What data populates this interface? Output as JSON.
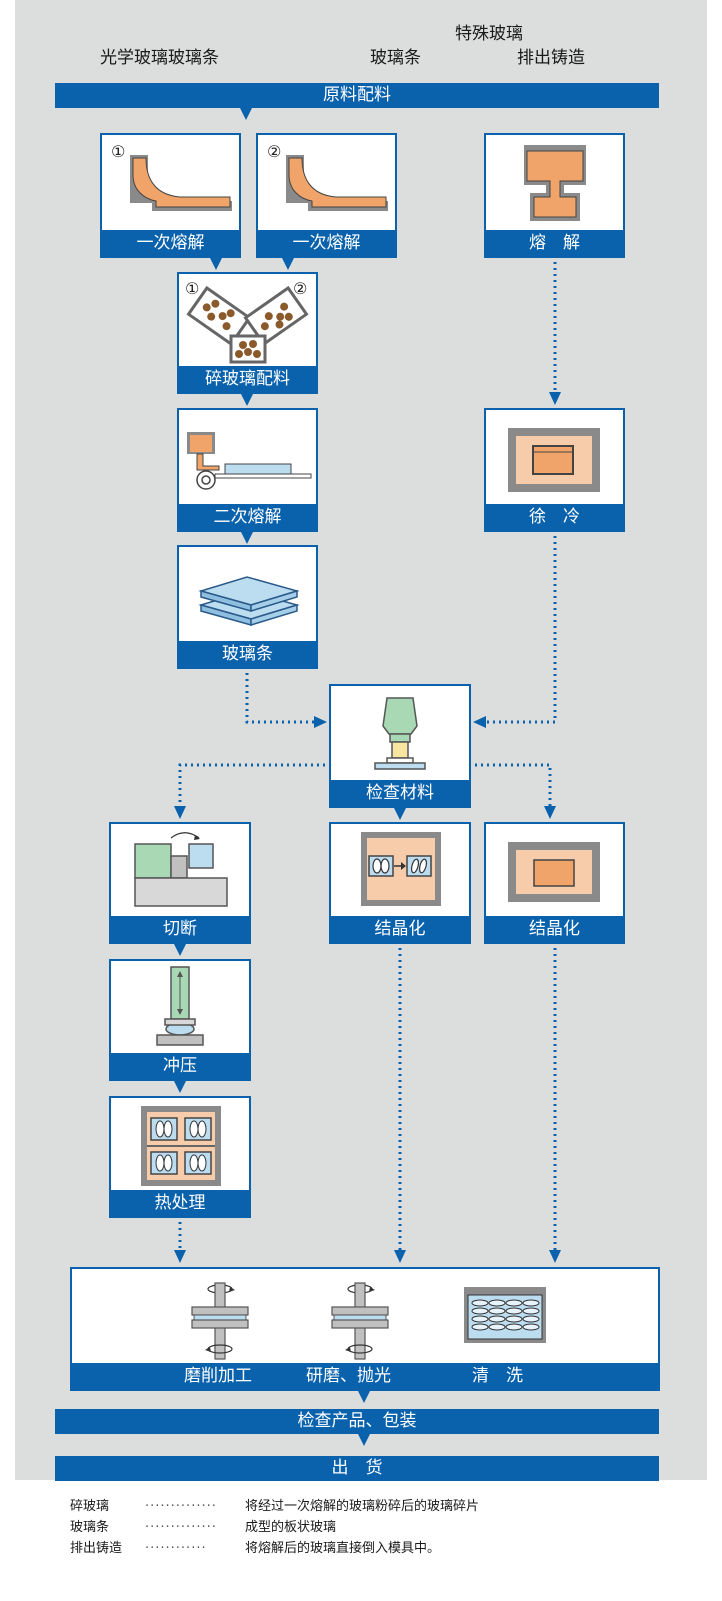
{
  "headers": {
    "optical_glass_bar": "光学玻璃玻璃条",
    "glass_bar": "玻璃条",
    "special_glass": "特殊玻璃",
    "direct_casting": "排出铸造"
  },
  "banners": {
    "raw_material": "原料配料",
    "inspect_package": "检查产品、包装",
    "shipment": "出　货"
  },
  "steps": {
    "primary_melt_1": {
      "marker": "①",
      "label": "一次熔解"
    },
    "primary_melt_2": {
      "marker": "②",
      "label": "一次熔解"
    },
    "melt": {
      "label": "熔　解"
    },
    "cullet_batching": {
      "marker_left": "①",
      "marker_right": "②",
      "label": "碎玻璃配料"
    },
    "secondary_melt": {
      "label": "二次熔解"
    },
    "annealing": {
      "label": "徐　冷"
    },
    "glass_bar": {
      "label": "玻璃条"
    },
    "inspect_material": {
      "label": "检查材料"
    },
    "cutting": {
      "label": "切断"
    },
    "crystallize_mid": {
      "label": "结晶化"
    },
    "crystallize_right": {
      "label": "结晶化"
    },
    "pressing": {
      "label": "冲压"
    },
    "heat_treatment": {
      "label": "热处理"
    },
    "grinding": {
      "label": "磨削加工"
    },
    "polishing": {
      "label": "研磨、抛光"
    },
    "cleaning": {
      "label": "清　洗"
    }
  },
  "notes": [
    {
      "term": "碎玻璃",
      "dots": "··············",
      "desc": "将经过一次熔解的玻璃粉碎后的玻璃碎片"
    },
    {
      "term": "玻璃条",
      "dots": "··············",
      "desc": "成型的板状玻璃"
    },
    {
      "term": "排出铸造",
      "dots": "············",
      "desc": "将熔解后的玻璃直接倒入模具中。"
    }
  ],
  "colors": {
    "brand_blue": "#0a62ad",
    "panel_gray": "#dcdddd",
    "glass_orange": "#f0a46a",
    "glass_blue": "#bcdcf0",
    "glass_green": "#a8d8b4"
  }
}
